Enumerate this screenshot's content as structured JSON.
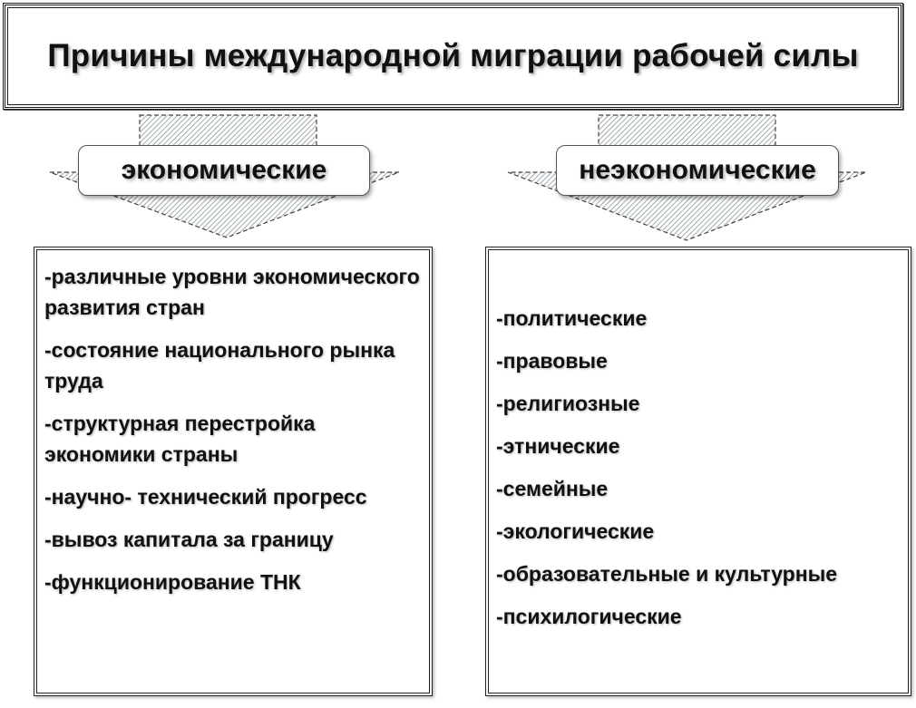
{
  "title": "Причины международной миграции рабочей силы",
  "branches": [
    {
      "label": "экономические",
      "items": [
        "-различные уровни экономического развития стран",
        "-состояние национального рынка труда",
        "-структурная перестройка экономики страны",
        "-научно- технический прогресс",
        "-вывоз капитала за границу",
        "-функционирование ТНК"
      ]
    },
    {
      "label": "неэкономические",
      "items": [
        "-политические",
        "-правовые",
        "-религиозные",
        "-этнические",
        "-семейные",
        "-экологические",
        "-образовательные и культурные",
        "-психилогические"
      ]
    }
  ]
}
